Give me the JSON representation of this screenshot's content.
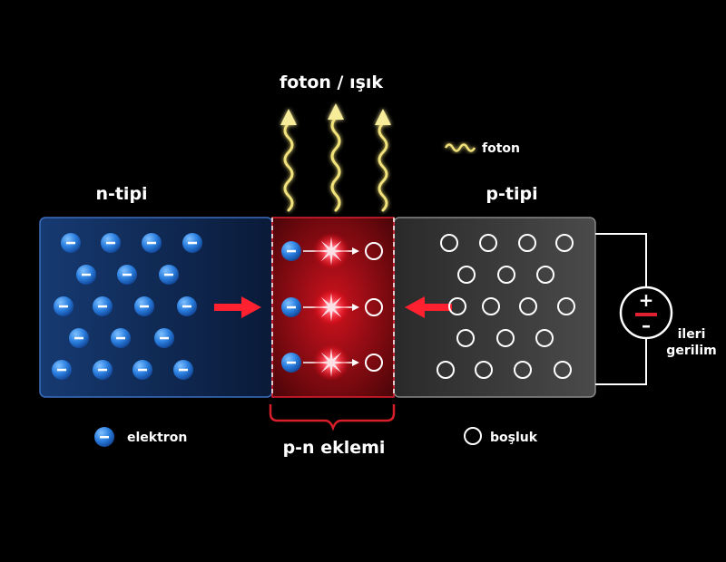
{
  "labels": {
    "photon_light": "foton / ışık",
    "photon_legend": "foton",
    "n_type": "n-tipi",
    "p_type": "p-tipi",
    "junction": "p-n eklemi",
    "electron_legend": "elektron",
    "hole_legend": "boşluk",
    "bias_line1": "ileri",
    "bias_line2": "gerilim",
    "plus_sign": "+",
    "minus_sign": "–"
  },
  "colors": {
    "electron": "#2b7fe0",
    "hole": "#ffffff",
    "arrow": "#ff2030",
    "photon": "#f2e27a",
    "n_region": "#0f2a55",
    "p_region": "#3a3a3a",
    "junction": "#c0101a"
  },
  "icons": {
    "electron": "minus-circle-icon",
    "hole": "circle-outline-icon",
    "photon": "wavy-arrow-icon",
    "battery": "battery-icon",
    "recombination": "starburst-icon"
  }
}
